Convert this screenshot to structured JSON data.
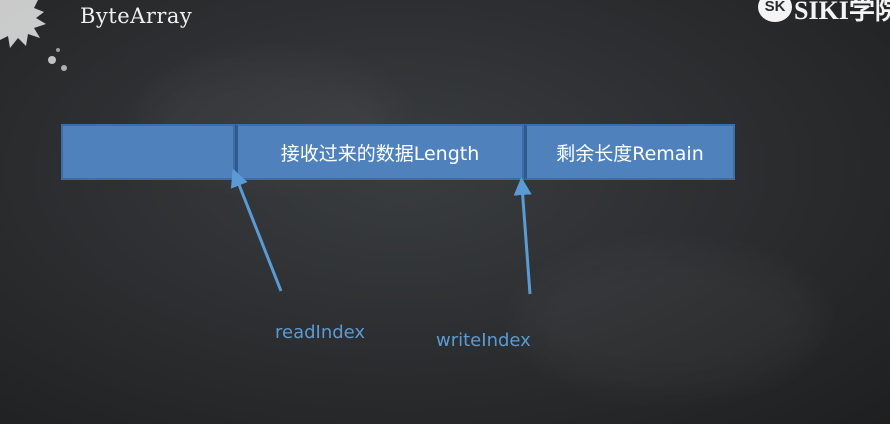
{
  "header": {
    "title": "ByteArray",
    "logo_text": "SIKI学院",
    "logo_mark": "SK"
  },
  "buffer": {
    "segments": [
      {
        "label": ""
      },
      {
        "label": "接收过来的数据Length"
      },
      {
        "label": "剩余长度Remain"
      }
    ]
  },
  "pointers": {
    "read_label": "readIndex",
    "write_label": "writeIndex"
  },
  "colors": {
    "segment_fill": "#4f81bd",
    "segment_border": "#3d6da6",
    "arrow": "#5b9bd5",
    "background": "#2a2c2e"
  }
}
